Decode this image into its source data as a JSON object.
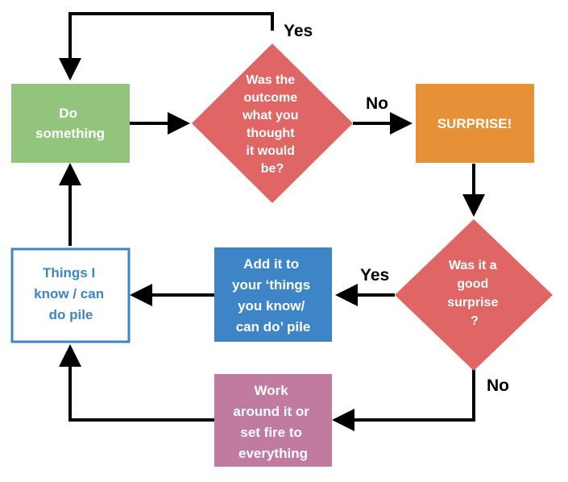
{
  "colors": {
    "do_something": "#93c47d",
    "decision": "#e06666",
    "surprise": "#e69138",
    "add_it": "#3d85c6",
    "work_around": "#c27ba0",
    "things_border": "#3d85c6",
    "things_text": "#3d85c6",
    "arrow": "#000000",
    "white_text": "#ffffff"
  },
  "nodes": {
    "do_something": {
      "lines": [
        "Do",
        "something"
      ]
    },
    "outcome_decision": {
      "lines": [
        "Was the",
        "outcome",
        "what you",
        "thought",
        "it would",
        "be?"
      ]
    },
    "surprise": {
      "lines": [
        "SURPRISE!"
      ]
    },
    "good_surprise_decision": {
      "lines": [
        "Was it a",
        "good",
        "surprise",
        "?"
      ]
    },
    "add_it": {
      "lines": [
        "Add it to",
        "your ‘things",
        "you know/",
        "can do’ pile"
      ]
    },
    "things_pile": {
      "lines": [
        "Things I",
        "know / can",
        "do pile"
      ]
    },
    "work_around": {
      "lines": [
        "Work",
        "around it or",
        "set fire to",
        "everything"
      ]
    }
  },
  "edge_labels": {
    "outcome_yes": "Yes",
    "outcome_no": "No",
    "good_yes": "Yes",
    "good_no": "No"
  }
}
